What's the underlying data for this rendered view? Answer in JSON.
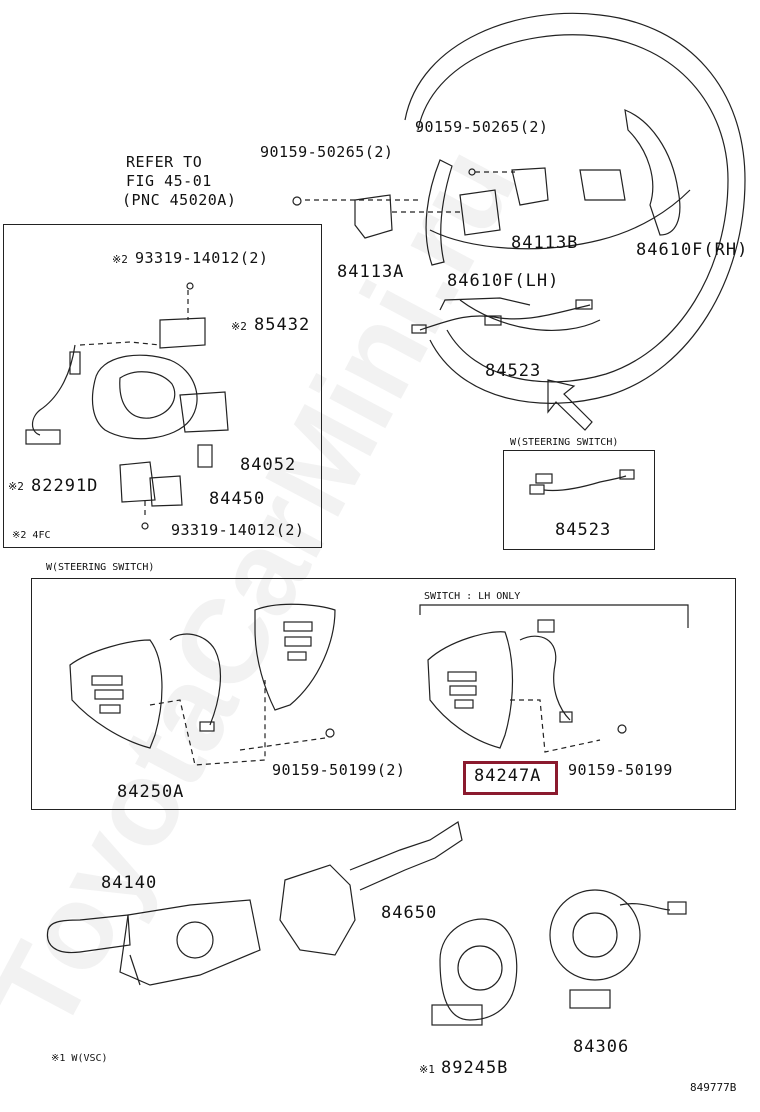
{
  "refer": {
    "line1": "REFER TO",
    "line2": "FIG 45-01",
    "line3": "(PNC 45020A)"
  },
  "parts": {
    "bolt_90159_50265_left": "90159-50265(2)",
    "bolt_90159_50265_right": "90159-50265(2)",
    "p84113A": "84113A",
    "p84113B": "84113B",
    "p84610F_LH": "84610F(LH)",
    "p84610F_RH": "84610F(RH)",
    "p84523_top": "84523",
    "p93319_top": "93319-14012(2)",
    "p85432": "85432",
    "p84052": "84052",
    "p82291D": "82291D",
    "p84450": "84450",
    "p93319_bottom": "93319-14012(2)",
    "p84523_box": "84523",
    "p84250A": "84250A",
    "p90159_50199_2": "90159-50199(2)",
    "p84247A": "84247A",
    "p90159_50199": "90159-50199",
    "p84140": "84140",
    "p84650": "84650",
    "p89245B": "89245B",
    "p84306": "84306"
  },
  "marks": {
    "m2_a": "※2",
    "m2_b": "※2",
    "m2_c": "※2",
    "m2_note": "※2  4FC",
    "m1_note": "※1  W(VSC)",
    "m1_part": "※1"
  },
  "captions": {
    "steering_switch_small": "W(STEERING SWITCH)",
    "steering_switch_large": "W(STEERING SWITCH)",
    "lh_only": "SWITCH : LH ONLY"
  },
  "figure_id": "849777B",
  "watermark": "ToyotaCarMini.ru",
  "colors": {
    "highlight": "#8b1a2e",
    "line": "#222222"
  }
}
